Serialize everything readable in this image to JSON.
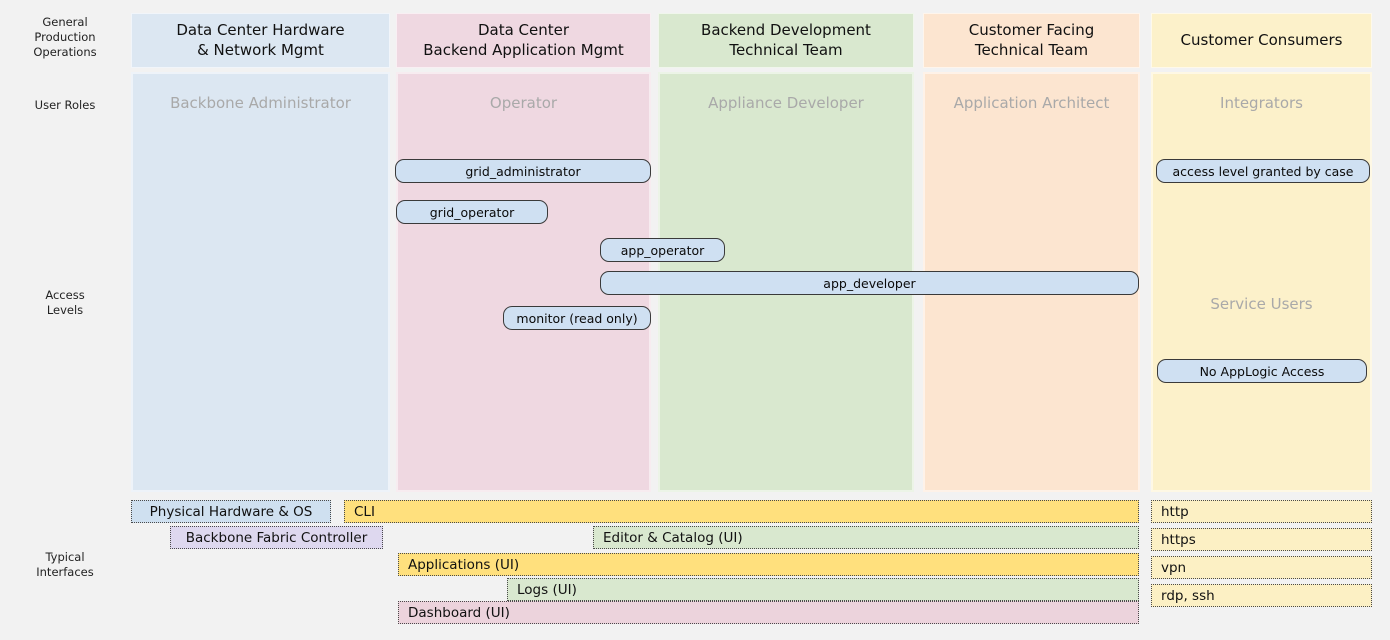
{
  "colors": {
    "page_background": "#f2f2f2",
    "column_blue": "#dce7f2",
    "column_pink": "#efd8e1",
    "column_green": "#d9e8cf",
    "column_orange": "#fce5d0",
    "column_yellow": "#fcf1ca",
    "pill_fill": "#cfe0f2",
    "pill_border": "#3a3a3a",
    "bar_gold": "#ffe07d",
    "bar_green": "#d9e8cf",
    "bar_blue": "#cfe0f0",
    "bar_lavender": "#ded8ef",
    "bar_pink": "#ecd3dc",
    "bar_pale_yellow": "#fcf0c4",
    "role_text": "#a9a9a9"
  },
  "rail": {
    "general_production_operations": "General\nProduction\nOperations",
    "user_roles": "User Roles",
    "access_levels": "Access\nLevels",
    "typical_interfaces": "Typical\nInterfaces"
  },
  "columns": [
    {
      "header": "Data Center Hardware\n& Network Mgmt",
      "role": "Backbone Administrator"
    },
    {
      "header": "Data Center\nBackend Application Mgmt",
      "role": "Operator"
    },
    {
      "header": "Backend Development\nTechnical Team",
      "role": "Appliance Developer"
    },
    {
      "header": "Customer Facing\nTechnical Team",
      "role": "Application Architect"
    },
    {
      "header": "Customer Consumers",
      "role": "Integrators",
      "role2": "Service Users"
    }
  ],
  "access_pills": {
    "grid_administrator": "grid_administrator",
    "grid_operator": "grid_operator",
    "app_operator": "app_operator",
    "app_developer": "app_developer",
    "monitor_read_only": "monitor (read only)",
    "access_level_granted_by_case": "access level granted by case",
    "no_applogic_access": "No AppLogic Access"
  },
  "interfaces": {
    "physical_hardware_os": "Physical Hardware & OS",
    "cli": "CLI",
    "backbone_fabric_controller": "Backbone Fabric Controller",
    "editor_catalog_ui": "Editor & Catalog (UI)",
    "applications_ui": "Applications (UI)",
    "logs_ui": "Logs (UI)",
    "dashboard_ui": "Dashboard (UI)",
    "http": "http",
    "https": "https",
    "vpn": "vpn",
    "rdp_ssh": "rdp, ssh"
  }
}
